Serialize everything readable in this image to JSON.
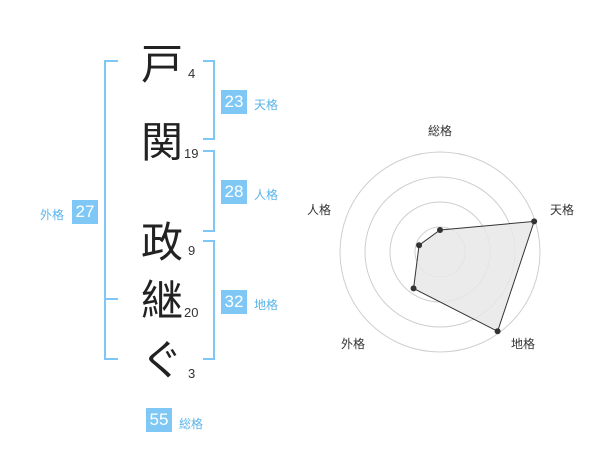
{
  "name": {
    "chars": [
      "戸",
      "関",
      "政",
      "継",
      "ぐ"
    ],
    "strokes": [
      "4",
      "19",
      "9",
      "20",
      "3"
    ]
  },
  "fortunes": {
    "tenkaku": {
      "label": "天格",
      "value": "23"
    },
    "jinkaku": {
      "label": "人格",
      "value": "28"
    },
    "chikaku": {
      "label": "地格",
      "value": "32"
    },
    "gaikaku": {
      "label": "外格",
      "value": "27"
    },
    "soukaku": {
      "label": "総格",
      "value": "55"
    }
  },
  "radar": {
    "labels": {
      "top": "総格",
      "upper_right": "天格",
      "lower_right": "地格",
      "lower_left": "外格",
      "upper_left": "人格"
    },
    "levels": 4,
    "values": {
      "soukaku": 0.22,
      "tenkaku": 0.99,
      "chikaku": 0.98,
      "gaikaku": 0.45,
      "jinkaku": 0.22
    }
  },
  "colors": {
    "accent": "#7fc8f5",
    "accent_text": "#5ab4ea"
  }
}
